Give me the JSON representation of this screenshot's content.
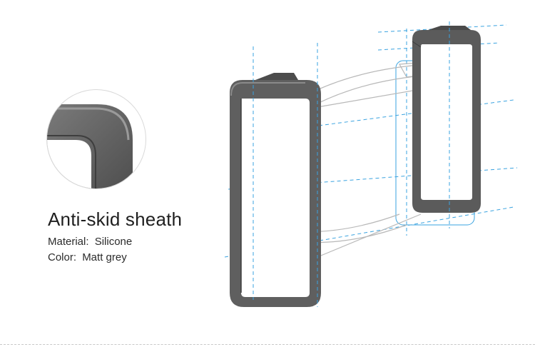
{
  "feature": {
    "title": "Anti-skid sheath",
    "material_label": "Material:",
    "material_value": "Silicone",
    "color_label": "Color:",
    "color_value": "Matt grey"
  },
  "colors": {
    "frame_grey": "#5b5b5b",
    "guide_blue": "#3aa3e0",
    "wire_grey": "#b8b8b8",
    "dashed_rule": "#c8c8c8"
  },
  "icons": {
    "zoom": "corner-detail-icon",
    "product": "sheath-frame-illustration"
  }
}
